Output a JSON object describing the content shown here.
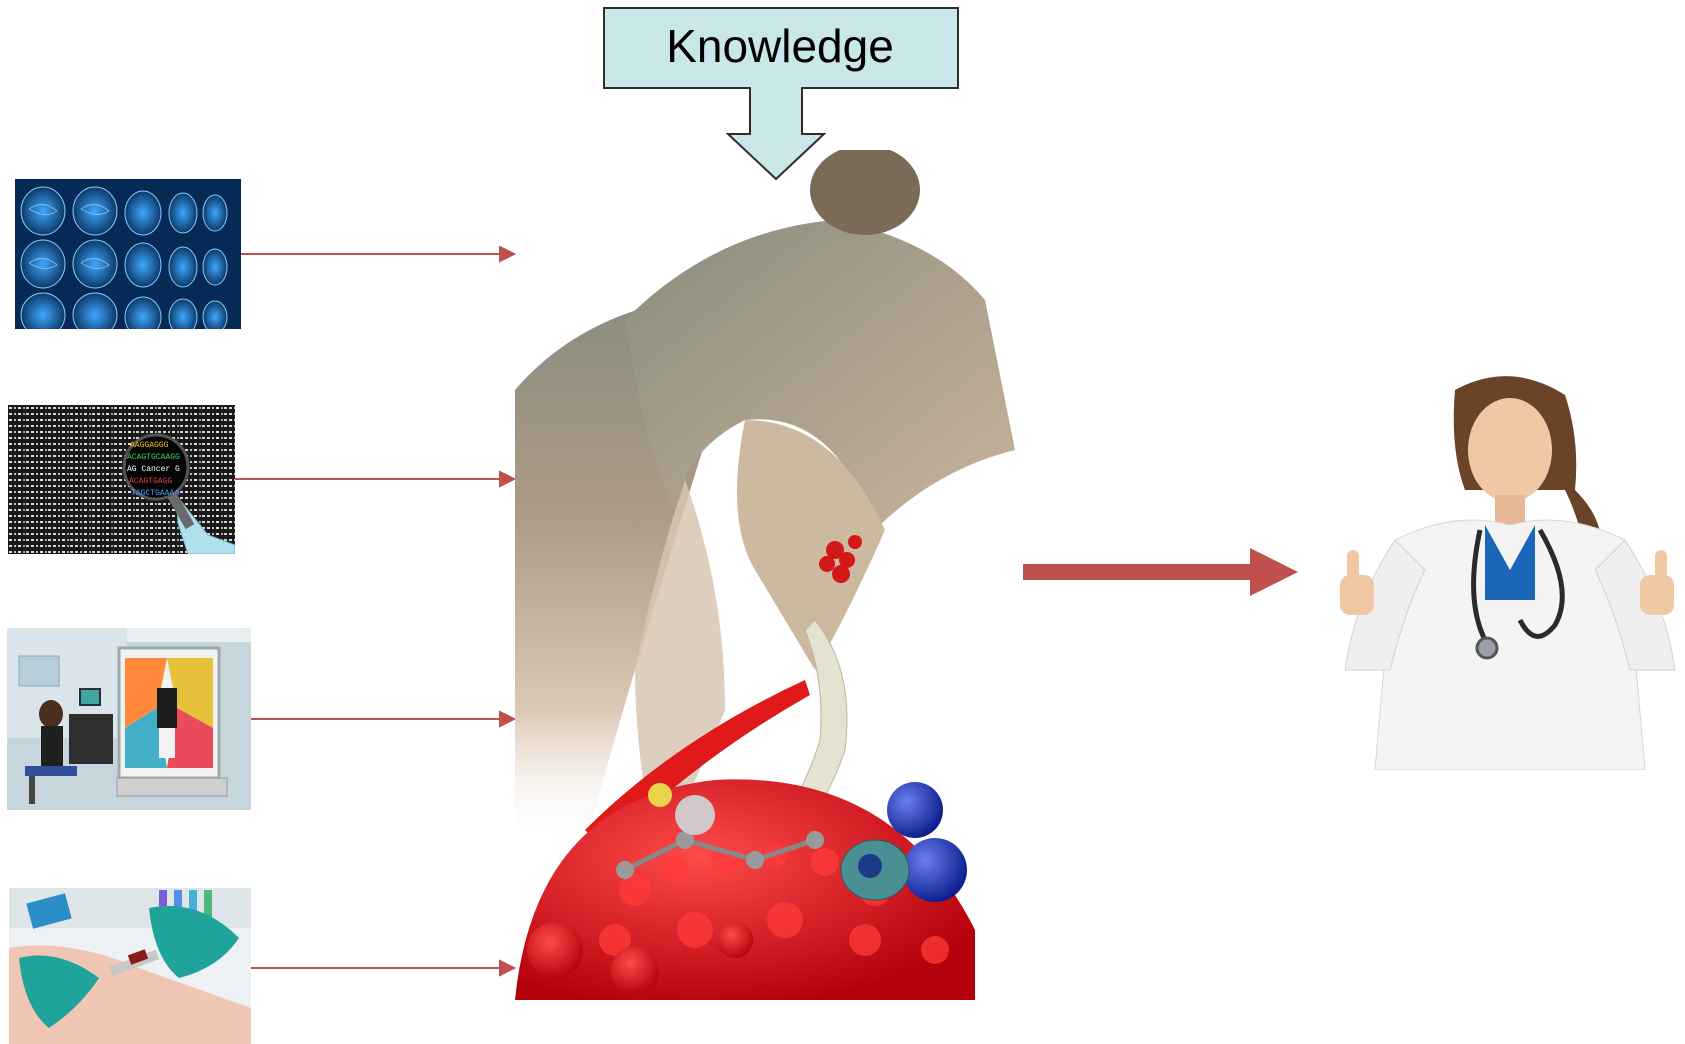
{
  "knowledge": {
    "label": "Knowledge"
  },
  "inputs": [
    {
      "icon": "mri-scans-image"
    },
    {
      "icon": "dna-sequence-magnifier-image"
    },
    {
      "icon": "gait-lab-image"
    },
    {
      "icon": "blood-sample-image"
    }
  ],
  "dna_magnifier": {
    "line1": "AAGGAGGG",
    "line2": "ACAGTGCAAGG",
    "line3": "AG Cancer G",
    "line4": "ACAGTGAGG",
    "line5": "TAGCTGAAAA"
  },
  "colors": {
    "arrow": "#c0504d",
    "knowledge_fill": "#c9e7e9",
    "knowledge_stroke": "#2d2d2d"
  }
}
